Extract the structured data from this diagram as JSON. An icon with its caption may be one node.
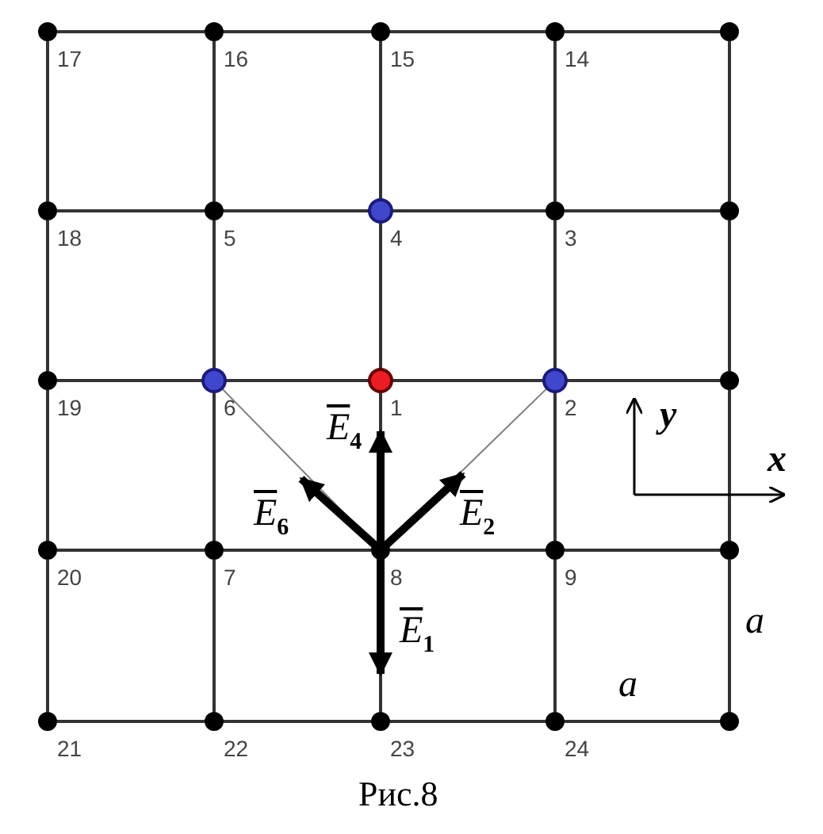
{
  "diagram": {
    "caption": "Рис.8",
    "nodes": [
      {
        "text": [],
        "shape": "circle",
        "beside": [
          "17"
        ]
      },
      {
        "text": [],
        "shape": "circle",
        "beside": [
          "16"
        ]
      },
      {
        "text": [],
        "shape": "circle",
        "beside": [
          "15"
        ]
      },
      {
        "text": [],
        "shape": "circle",
        "beside": [
          "14"
        ]
      },
      {
        "text": [],
        "shape": "circle"
      },
      {
        "text": [],
        "shape": "circle",
        "beside": [
          "18"
        ]
      },
      {
        "text": [],
        "shape": "circle",
        "beside": [
          "5"
        ]
      },
      {
        "text": [],
        "shape": "circle",
        "beside": [
          "4"
        ]
      },
      {
        "text": [],
        "shape": "circle",
        "beside": [
          "3"
        ]
      },
      {
        "text": [],
        "shape": "circle"
      },
      {
        "text": [],
        "shape": "circle",
        "beside": [
          "19"
        ]
      },
      {
        "text": [],
        "shape": "circle",
        "beside": [
          "6"
        ]
      },
      {
        "text": [],
        "shape": "circle",
        "beside": [
          "1"
        ]
      },
      {
        "text": [],
        "shape": "circle",
        "beside": [
          "2"
        ]
      },
      {
        "text": [],
        "shape": "circle"
      },
      {
        "text": [],
        "shape": "circle",
        "beside": [
          "20"
        ]
      },
      {
        "text": [],
        "shape": "circle",
        "beside": [
          "7"
        ]
      },
      {
        "text": [],
        "shape": "circle",
        "beside": [
          "8"
        ]
      },
      {
        "text": [],
        "shape": "circle",
        "beside": [
          "9"
        ]
      },
      {
        "text": [],
        "shape": "circle"
      },
      {
        "text": [],
        "shape": "circle",
        "beside": [
          "21"
        ]
      },
      {
        "text": [],
        "shape": "circle",
        "beside": [
          "22"
        ]
      },
      {
        "text": [],
        "shape": "circle",
        "beside": [
          "23"
        ]
      },
      {
        "text": [],
        "shape": "circle",
        "beside": [
          "24"
        ]
      },
      {
        "text": [],
        "shape": "circle"
      }
    ],
    "edges": [
      {
        "from": 0,
        "to": 1,
        "arrow": "none"
      },
      {
        "from": 1,
        "to": 2,
        "arrow": "none"
      },
      {
        "from": 2,
        "to": 3,
        "arrow": "none"
      },
      {
        "from": 3,
        "to": 4,
        "arrow": "none"
      },
      {
        "from": 5,
        "to": 6,
        "arrow": "none"
      },
      {
        "from": 6,
        "to": 7,
        "arrow": "none"
      },
      {
        "from": 7,
        "to": 8,
        "arrow": "none"
      },
      {
        "from": 8,
        "to": 9,
        "arrow": "none"
      },
      {
        "from": 10,
        "to": 11,
        "arrow": "none"
      },
      {
        "from": 11,
        "to": 12,
        "arrow": "none"
      },
      {
        "from": 12,
        "to": 13,
        "arrow": "none"
      },
      {
        "from": 13,
        "to": 14,
        "arrow": "none"
      },
      {
        "from": 15,
        "to": 16,
        "arrow": "none"
      },
      {
        "from": 16,
        "to": 17,
        "arrow": "none"
      },
      {
        "from": 17,
        "to": 18,
        "arrow": "none"
      },
      {
        "from": 18,
        "to": 19,
        "arrow": "none"
      },
      {
        "from": 20,
        "to": 21,
        "arrow": "none"
      },
      {
        "from": 21,
        "to": 22,
        "arrow": "none"
      },
      {
        "from": 22,
        "to": 23,
        "arrow": "none"
      },
      {
        "from": 23,
        "to": 24,
        "arrow": "none"
      },
      {
        "from": 0,
        "to": 5,
        "arrow": "none"
      },
      {
        "from": 5,
        "to": 10,
        "arrow": "none"
      },
      {
        "from": 10,
        "to": 15,
        "arrow": "none"
      },
      {
        "from": 15,
        "to": 20,
        "arrow": "none"
      },
      {
        "from": 1,
        "to": 6,
        "arrow": "none"
      },
      {
        "from": 6,
        "to": 11,
        "arrow": "none"
      },
      {
        "from": 11,
        "to": 16,
        "arrow": "none"
      },
      {
        "from": 16,
        "to": 21,
        "arrow": "none"
      },
      {
        "from": 2,
        "to": 7,
        "arrow": "none"
      },
      {
        "from": 7,
        "to": 12,
        "arrow": "none"
      },
      {
        "from": 12,
        "to": 17,
        "arrow": "none"
      },
      {
        "from": 17,
        "to": 22,
        "arrow": "none"
      },
      {
        "from": 3,
        "to": 8,
        "arrow": "none"
      },
      {
        "from": 8,
        "to": 13,
        "arrow": "none"
      },
      {
        "from": 13,
        "to": 18,
        "arrow": "none"
      },
      {
        "from": 18,
        "to": 23,
        "arrow": "none"
      },
      {
        "from": 4,
        "to": 9,
        "arrow": "none"
      },
      {
        "from": 9,
        "to": 14,
        "arrow": "none"
      },
      {
        "from": 14,
        "to": 19,
        "arrow": "none"
      },
      {
        "from": 19,
        "to": 24,
        "arrow": "none"
      },
      {
        "from": 17,
        "to": 11,
        "arrow": "none",
        "color": "#808080"
      },
      {
        "from": 17,
        "to": 13,
        "arrow": "none",
        "color": "#808080"
      }
    ],
    "labels": [
      "y",
      "x",
      "E$_{4}$",
      "E$_{6}$",
      "E$_{2}$",
      "E$_{1}$",
      "a",
      "a"
    ]
  }
}
